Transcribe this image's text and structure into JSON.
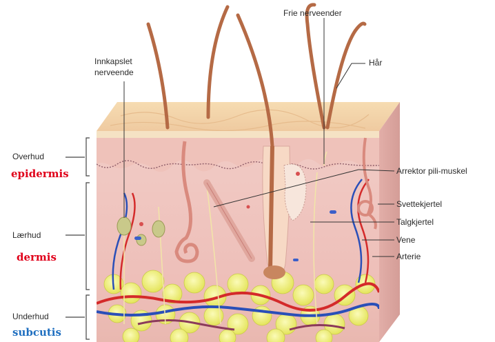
{
  "labels": {
    "top": {
      "innkapslet_line1": "Innkapslet",
      "innkapslet_line2": "nerveende",
      "frie_nerveender": "Frie nerveender",
      "har": "Hår"
    },
    "left": {
      "overhud": "Overhud",
      "epidermis": "epidermis",
      "laerhud": "Lærhud",
      "dermis": "dermis",
      "underhud": "Underhud",
      "subcutis": "subcutis"
    },
    "right": {
      "arrektor": "Arrektor pili-muskel",
      "svettekjertel": "Svettekjertel",
      "talgkjertel": "Talgkjertel",
      "vene": "Vene",
      "arterie": "Arterie"
    }
  },
  "colors": {
    "epidermis": "#e0001a",
    "dermis": "#e0001a",
    "subcutis": "#1f6fc0",
    "skin_surface": "#f3d4a8",
    "dermis_tissue": "#f0c6c1",
    "fat": "#eef07a",
    "artery": "#d42a2a",
    "vein": "#2a4fb8",
    "hair": "#b56a45",
    "leader": "#333333"
  }
}
